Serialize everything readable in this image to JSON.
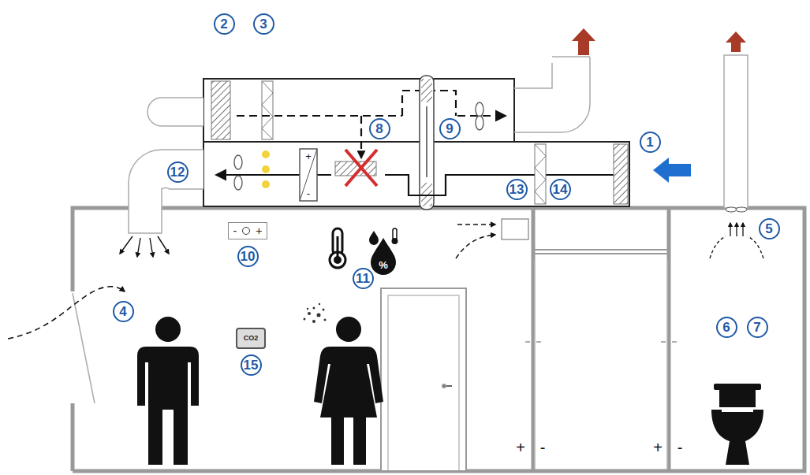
{
  "diagram": {
    "nodes": [
      {
        "text": [
          "2"
        ]
      },
      {
        "text": [
          "3"
        ]
      },
      {
        "text": [
          "8"
        ]
      },
      {
        "text": [
          "9"
        ]
      },
      {
        "text": [
          "1"
        ]
      },
      {
        "text": [
          "12"
        ]
      },
      {
        "text": [
          "13"
        ]
      },
      {
        "text": [
          "14"
        ]
      },
      {
        "text": [
          "5"
        ]
      },
      {
        "text": [
          "-",
          "+"
        ]
      },
      {
        "text": [
          "10"
        ]
      },
      {
        "text": [
          "11"
        ]
      },
      {
        "text": [
          "4"
        ]
      },
      {
        "text": [
          "6"
        ]
      },
      {
        "text": [
          "7"
        ]
      },
      {
        "text": [
          "CO2"
        ]
      },
      {
        "text": [
          "15"
        ]
      }
    ],
    "labels": [
      "+",
      "-",
      "%",
      "+",
      "-",
      "+",
      "-"
    ]
  }
}
